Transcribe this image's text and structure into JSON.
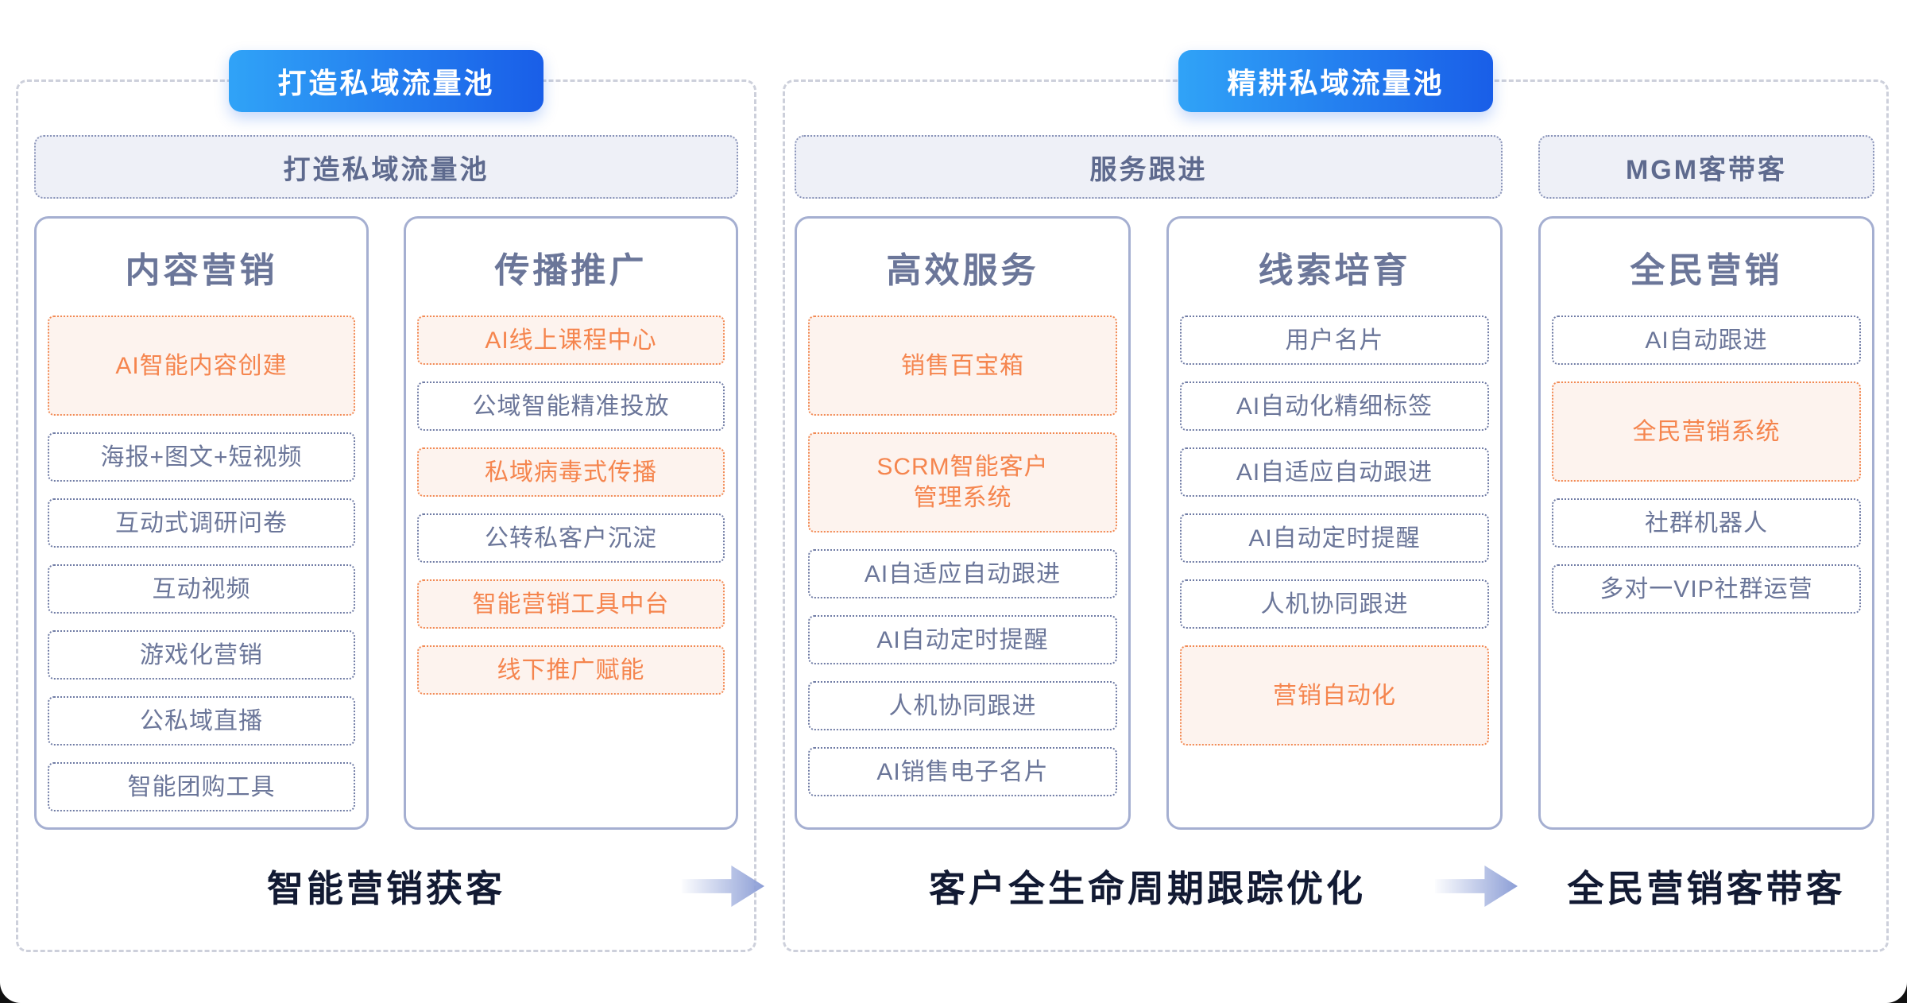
{
  "colors": {
    "pill_gradient_start": "#30a3f7",
    "pill_gradient_end": "#195ee8",
    "bar_background": "#eef0f7",
    "panel_border": "#a5afd1",
    "item_text": "#6b7699",
    "highlight_orange": "#f5854e",
    "highlight_background": "#fdf3ee",
    "footer_text": "#121a33",
    "arrow_fill": "#8c9ed6"
  },
  "sections": {
    "left": {
      "pill_label": "打造私域流量池",
      "bars": [
        "打造私域流量池"
      ],
      "columns": [
        {
          "title": "内容营销",
          "items": [
            {
              "label": "AI智能内容创建",
              "highlight": true,
              "tall": true
            },
            {
              "label": "海报+图文+短视频"
            },
            {
              "label": "互动式调研问卷"
            },
            {
              "label": "互动视频"
            },
            {
              "label": "游戏化营销"
            },
            {
              "label": "公私域直播"
            },
            {
              "label": "智能团购工具"
            }
          ]
        },
        {
          "title": "传播推广",
          "items": [
            {
              "label": "AI线上课程中心",
              "highlight": true
            },
            {
              "label": "公域智能精准投放"
            },
            {
              "label": "私域病毒式传播",
              "highlight": true
            },
            {
              "label": "公转私客户沉淀"
            },
            {
              "label": "智能营销工具中台",
              "highlight": true
            },
            {
              "label": "线下推广赋能",
              "highlight": true
            }
          ]
        }
      ],
      "footer": "智能营销获客"
    },
    "right": {
      "pill_label": "精耕私域流量池",
      "bars": [
        "服务跟进",
        "MGM客带客"
      ],
      "columns": [
        {
          "title": "高效服务",
          "items": [
            {
              "label": "销售百宝箱",
              "highlight": true,
              "tall": true
            },
            {
              "label": "SCRM智能客户\n管理系统",
              "highlight": true,
              "tall": true
            },
            {
              "label": "AI自适应自动跟进"
            },
            {
              "label": "AI自动定时提醒"
            },
            {
              "label": "人机协同跟进"
            },
            {
              "label": "AI销售电子名片"
            }
          ]
        },
        {
          "title": "线索培育",
          "items": [
            {
              "label": "用户名片"
            },
            {
              "label": "AI自动化精细标签"
            },
            {
              "label": "AI自适应自动跟进"
            },
            {
              "label": "AI自动定时提醒"
            },
            {
              "label": "人机协同跟进"
            },
            {
              "label": "营销自动化",
              "highlight": true,
              "tall": true
            }
          ]
        },
        {
          "title": "全民营销",
          "items": [
            {
              "label": "AI自动跟进"
            },
            {
              "label": "全民营销系统",
              "highlight": true,
              "tall": true
            },
            {
              "label": "社群机器人"
            },
            {
              "label": "多对一VIP社群运营"
            }
          ]
        }
      ],
      "footers": [
        "客户全生命周期跟踪优化",
        "全民营销客带客"
      ]
    }
  }
}
